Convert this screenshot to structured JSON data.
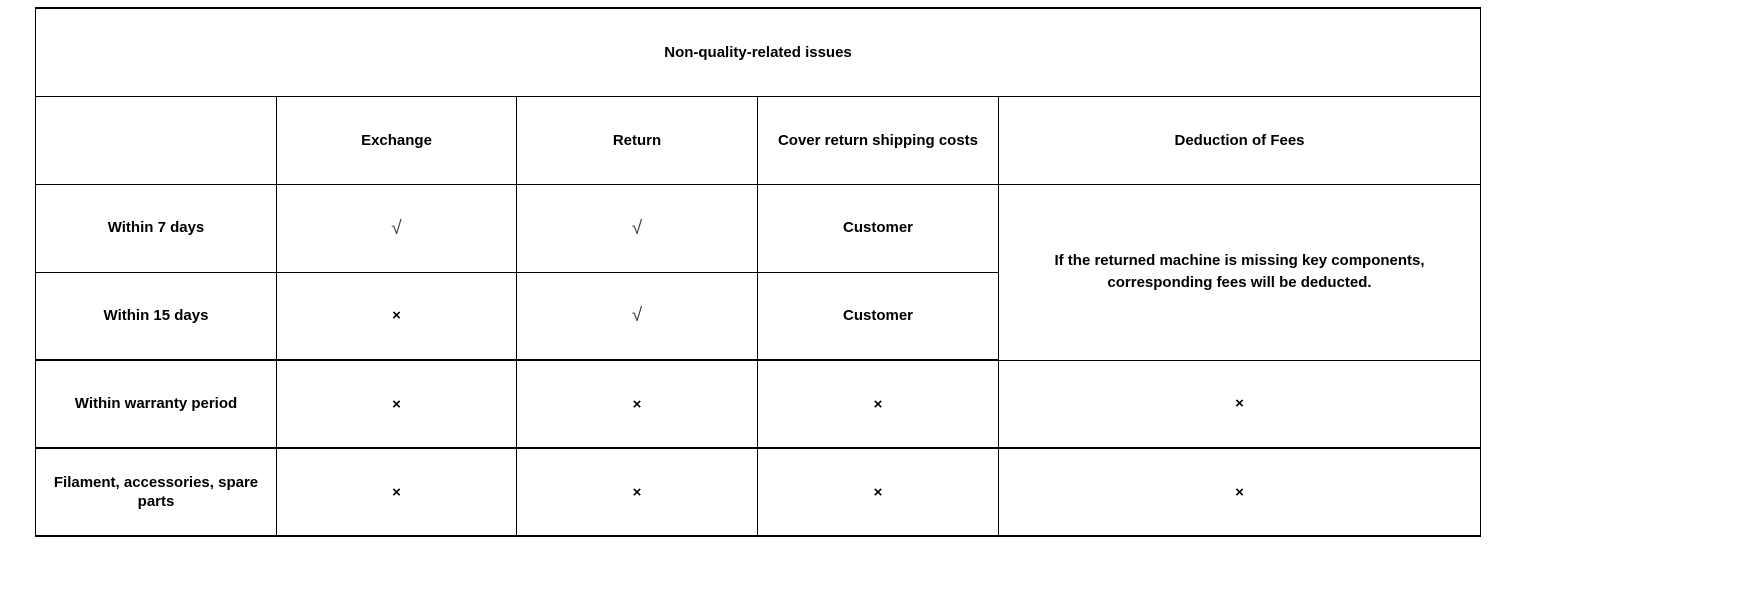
{
  "table": {
    "title": "Non-quality-related issues",
    "corner_label": "",
    "columns": [
      {
        "key": "scenario",
        "label": ""
      },
      {
        "key": "exchange",
        "label": "Exchange"
      },
      {
        "key": "return",
        "label": "Return"
      },
      {
        "key": "shipping",
        "label": "Cover return shipping costs"
      },
      {
        "key": "fees",
        "label": "Deduction of Fees"
      }
    ],
    "symbols": {
      "check": "√",
      "cross": "×"
    },
    "rows": [
      {
        "label": "Within 7 days",
        "exchange": "√",
        "return": "√",
        "shipping": "Customer"
      },
      {
        "label": "Within 15 days",
        "exchange": "×",
        "return": "√",
        "shipping": "Customer"
      },
      {
        "label": "Within warranty period",
        "exchange": "×",
        "return": "×",
        "shipping": "×",
        "fees": "×"
      },
      {
        "label": "Filament, accessories, spare parts",
        "exchange": "×",
        "return": "×",
        "shipping": "×",
        "fees": "×"
      }
    ],
    "fees_merged_note": "If the returned machine is missing key components, corresponding fees will be deducted."
  },
  "colors": {
    "border": "#000000",
    "text": "#000000",
    "check": "#3a3a3a",
    "background": "#ffffff"
  }
}
